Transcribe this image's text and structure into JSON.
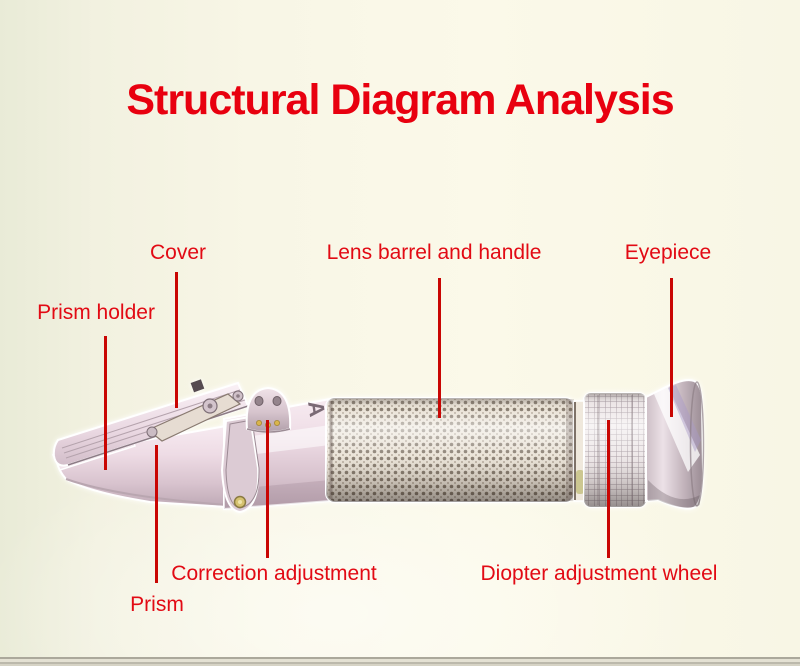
{
  "title": "Structural Diagram Analysis",
  "device": {
    "name": "handheld refractometer",
    "body_marking": "A"
  },
  "labels": {
    "cover": "Cover",
    "prism_holder": "Prism holder",
    "lens_barrel": "Lens barrel and handle",
    "eyepiece": "Eyepiece",
    "correction": "Correction adjustment",
    "prism": "Prism",
    "diopter": "Diopter adjustment wheel"
  },
  "colors": {
    "title_red": "#e8000f",
    "label_red": "#e20a14",
    "line_red": "#c90603",
    "background_cream": "#faf8e8",
    "background_left_tint": "#e9ebd7",
    "metal_pink": "#e9d6e0",
    "knurl_dark": "#7f7365"
  }
}
